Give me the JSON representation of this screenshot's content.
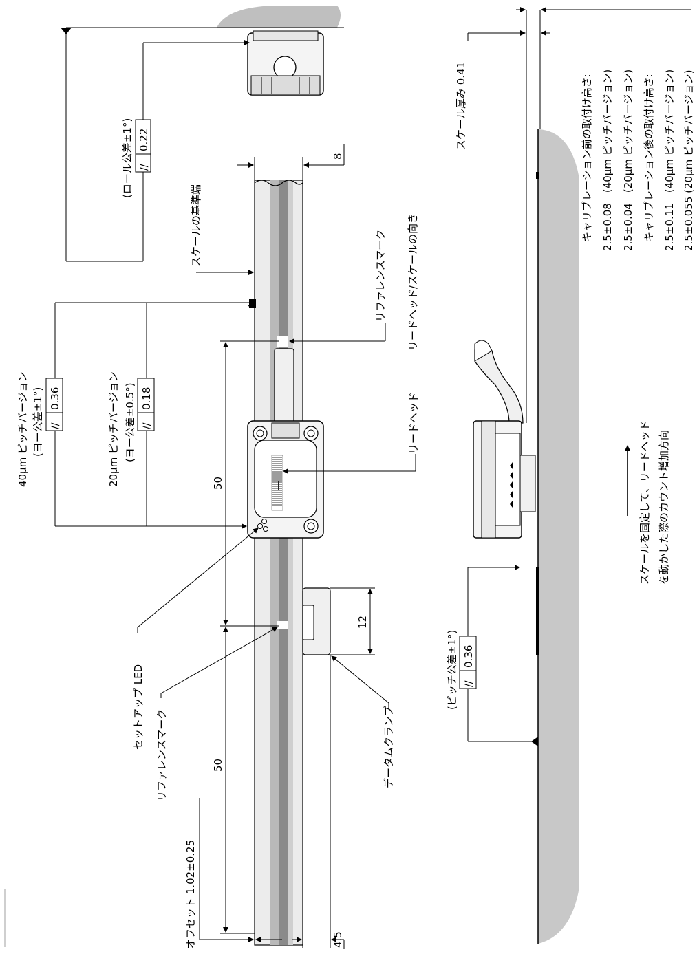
{
  "labels": {
    "roll_tol": "(ロール公差±1°)",
    "roll_val": "0.22",
    "scale_ref_end": "スケールの基準端",
    "ref_mark_top": "リファレンスマーク",
    "orientation": "リードヘッド/スケールの向き",
    "readhead": "リードヘッド",
    "pitch40": "40μm ピッチバージョン",
    "yaw1": "(ヨー公差±1°)",
    "yaw1_val": "0.36",
    "pitch20": "20μm ピッチバージョン",
    "yaw05": "(ヨー公差±0.5°)",
    "yaw05_val": "0.18",
    "setup_led": "セットアップ LED",
    "ref_mark_bottom": "リファレンスマーク",
    "datum_clamp": "データムクランプ",
    "offset": "オフセット 1.02±0.25",
    "pitch_tol": "(ピッチ公差±1°)",
    "pitch_val": "0.36",
    "scale_thickness": "スケール厚み 0.41",
    "motion_1": "スケールを固定して、リードヘッド",
    "motion_2": "を動かした際のカウント増加方向",
    "parallel_symbol": "//"
  },
  "dimensions": {
    "d8": "8",
    "d50_top": "50",
    "d12": "12",
    "d50_bottom": "50",
    "d4_5": "4.5"
  },
  "mount_heights": {
    "before_title": "キャリブレーション前の取付け高さ:",
    "before_40": "2.5±0.08　(40μm ピッチバージョン)",
    "before_20": "2.5±0.04　(20μm ピッチバージョン)",
    "after_title": "キャリブレーション後の取付け高さ:",
    "after_40": "2.5±0.11　(40μm ピッチバージョン)",
    "after_20": "2.5±0.055 (20μm ピッチバージョン)"
  }
}
